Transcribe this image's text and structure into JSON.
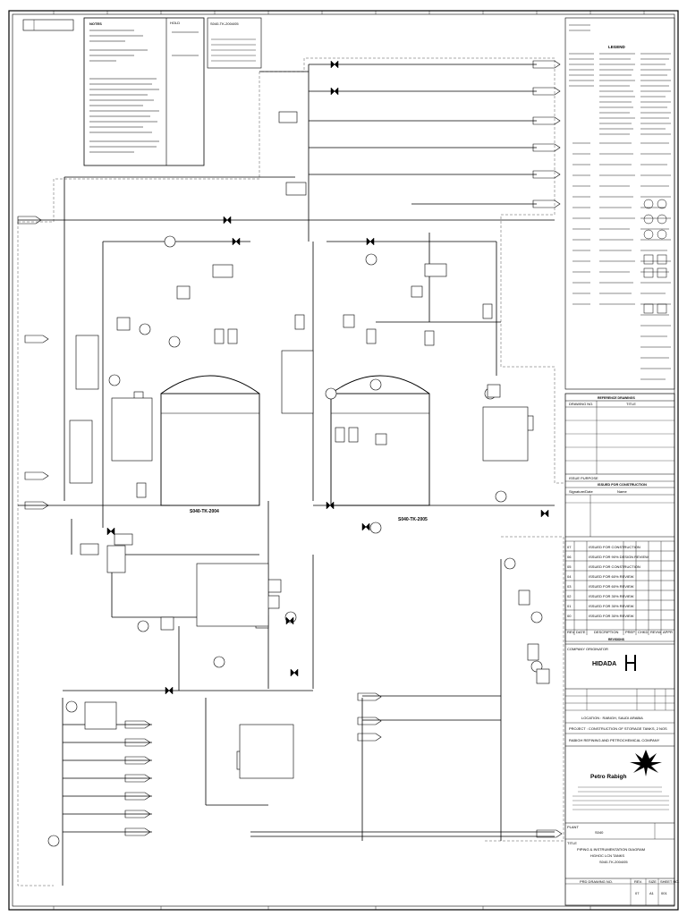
{
  "drawing": {
    "tank_tag_left": "S040-TK-2004",
    "tank_tag_right": "S040-TK-2005",
    "tank_header_tag": "S040-TK-2004/05"
  },
  "notes": {
    "legend_title": "LEGEND",
    "notes_title": "NOTES"
  },
  "title_block": {
    "reference_drawings_title": "REFERENCE DRAWINGS",
    "ref_col_drawing_no": "DRAWING NO.",
    "ref_col_title": "TITLE",
    "issue_purpose_label": "ISSUE PURPOSE",
    "issue_purpose_value": "ISSUED FOR CONSTRUCTION",
    "signature_col_date": "Signature/Date",
    "signature_col_name": "Name",
    "revisions_title": "REVISIONS",
    "revisions": [
      {
        "rev": "07",
        "description": "ISSUED FOR CONSTRUCTION"
      },
      {
        "rev": "06",
        "description": "ISSUED FOR 90% DESIGN REVIEW"
      },
      {
        "rev": "05",
        "description": "ISSUED FOR CONSTRUCTION"
      },
      {
        "rev": "04",
        "description": "ISSUED FOR 60% REVIEW"
      },
      {
        "rev": "03",
        "description": "ISSUED FOR 60% REVIEW"
      },
      {
        "rev": "02",
        "description": "ISSUED FOR 30% REVIEW"
      },
      {
        "rev": "01",
        "description": "ISSUED FOR 30% REVIEW"
      },
      {
        "rev": "00",
        "description": "ISSUED FOR 30% REVIEW"
      }
    ],
    "rev_header": {
      "rev": "REV",
      "date": "DATE",
      "description": "DESCRIPTION",
      "prep": "PREP",
      "chkd": "CHKD",
      "revw": "REVW",
      "appr": "APPR"
    },
    "company_originator_label": "COMPANY ORIGINATOR",
    "contractor_name": "HIDADA",
    "location": "LOCATION : RABIGH, SAUDI ARABIA",
    "project": "PROJECT : CONSTRUCTION OF STORAGE TANKS, 2 NOS",
    "client": "RABIGH REFINING AND PETROCHEMICAL COMPANY",
    "client_logo_text": "Petro Rabigh",
    "plant_label": "PLANT",
    "plant_value": "S040",
    "drawing_title_label": "TITLE",
    "drawing_title_1": "PIPING & INSTRUMENTATION DIAGRAM",
    "drawing_title_2": "HGHOC LCN TANKS",
    "drawing_title_3": "S040-TK-2004/05",
    "drawing_number_label": "PRD DRAWING NO.",
    "rev_label": "REV.",
    "size_label": "SIZE",
    "sheet_label": "SHEET NO.",
    "rev_value": "07",
    "size_value": "A1",
    "sheet_value": "001"
  },
  "colors": {
    "line": "#000000",
    "background": "#ffffff"
  }
}
